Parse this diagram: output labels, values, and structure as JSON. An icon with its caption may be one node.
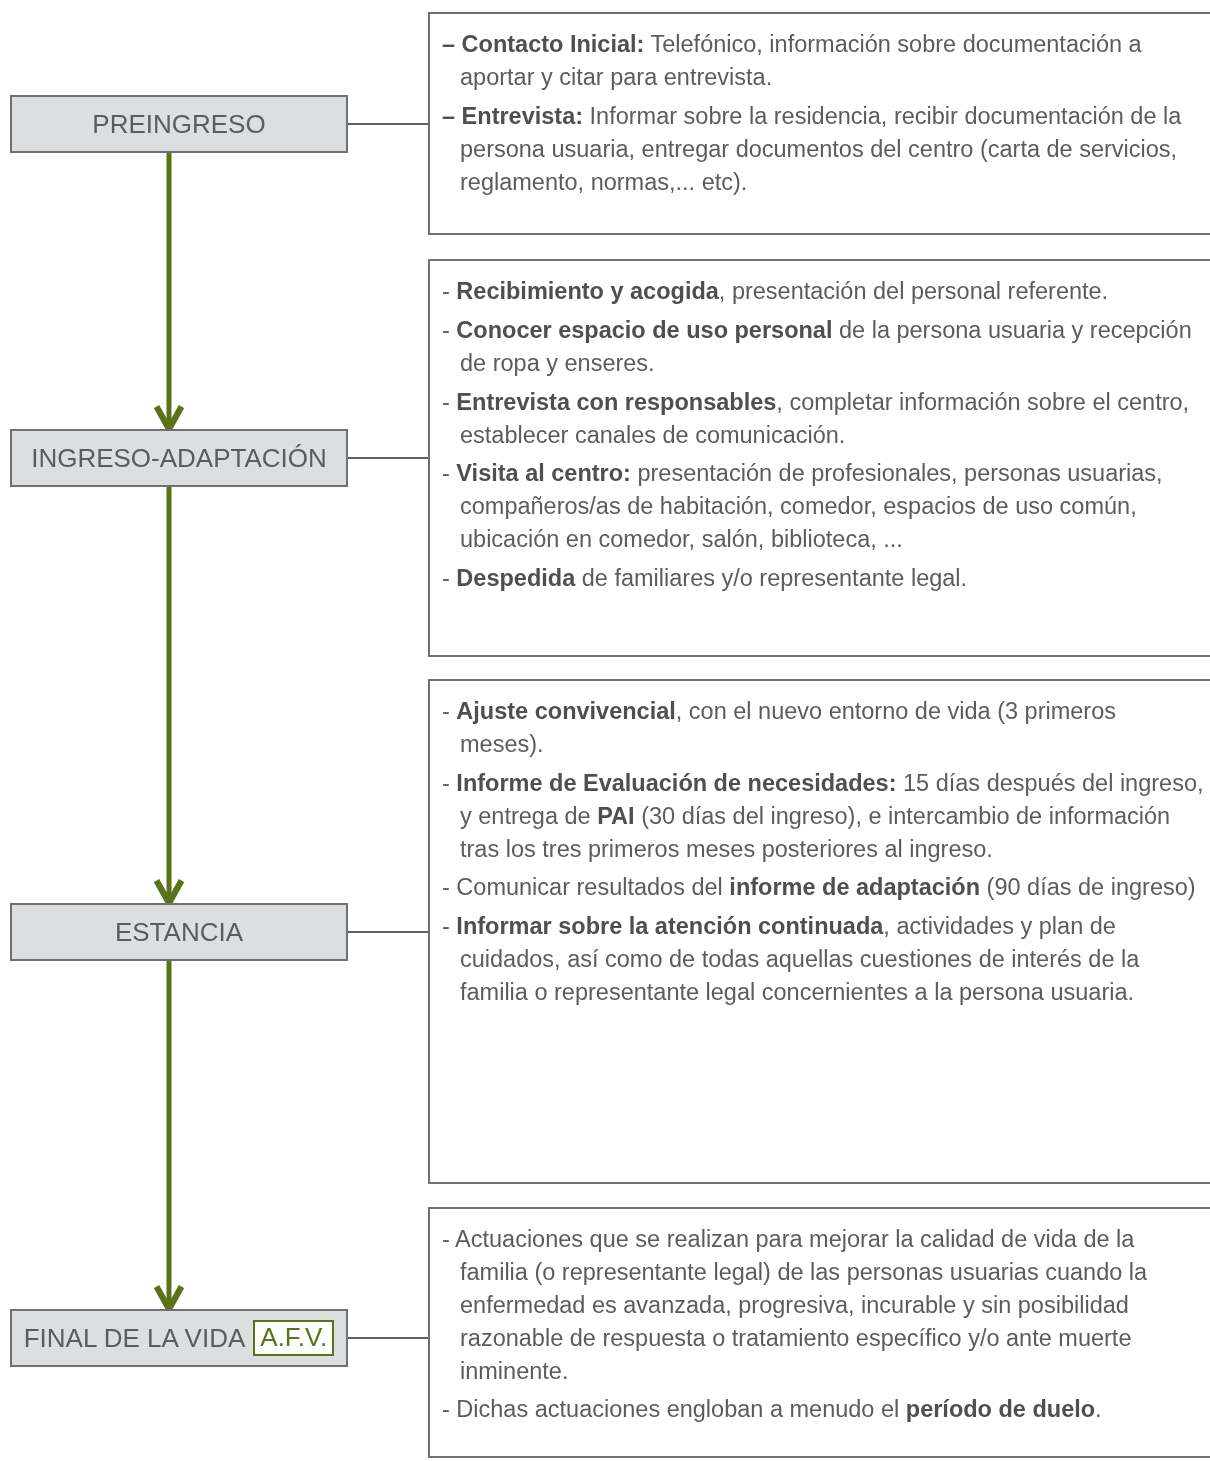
{
  "diagram": {
    "nodes": [
      {
        "text": [
          "PREINGRESO"
        ]
      },
      {
        "text": [
          "**– Contacto Inicial:** Telefónico, información sobre documentación a aportar y citar para entrevista.",
          "**– Entrevista:** Informar sobre la residencia, recibir documentación de la persona usuaria, entregar documentos del centro (carta de servicios, reglamento, normas,... etc)."
        ]
      },
      {
        "text": [
          "INGRESO-ADAPTACIÓN"
        ]
      },
      {
        "text": [
          "- **Recibimiento y acogida**, presentación del personal referente.",
          "- **Conocer espacio de uso personal** de la persona usuaria y recepción de ropa y enseres.",
          "- **Entrevista con responsables**, completar información sobre el centro, establecer canales de comunicación.",
          "- **Visita al centro:** presentación de profesionales, personas usuarias, compañeros/as de habitación, comedor, espacios de uso común, ubicación en comedor, salón, biblioteca, ...",
          "- **Despedida** de familiares y/o representante legal."
        ]
      },
      {
        "text": [
          "ESTANCIA"
        ]
      },
      {
        "text": [
          "- **Ajuste convivencial**, con el nuevo entorno de vida (3 primeros meses).",
          "- **Informe de Evaluación de necesidades:** 15 días después del ingreso, y entrega de **PAI** (30 días del ingreso), e intercambio de información tras los tres primeros meses posteriores al ingreso.",
          "- Comunicar resultados del **informe de adaptación** (90 días de ingreso)",
          "- **Informar sobre la atención continuada**, actividades y plan de cuidados, así como de todas aquellas cuestiones de interés de la familia o representante legal concernientes a la persona usuaria."
        ]
      },
      {
        "text": [
          "FINAL DE LA VIDA"
        ]
      },
      {
        "text": [
          "A.F.V."
        ],
        "in": 6
      },
      {
        "text": [
          "- Actuaciones que se realizan para mejorar la calidad de vida de la familia (o representante legal) de las personas usuarias cuando la enfermedad es avanzada, progresiva, incurable y sin posibilidad razonable de respuesta o tratamiento específico y/o ante muerte inminente.",
          "- Dichas actuaciones engloban a menudo el **período de duelo**."
        ]
      }
    ],
    "edges": [
      {
        "from": 0,
        "to": 2,
        "arrow": "to",
        "style": "thick",
        "color": "#5b7318"
      },
      {
        "from": 2,
        "to": 4,
        "arrow": "to",
        "style": "thick",
        "color": "#5b7318"
      },
      {
        "from": 4,
        "to": 6,
        "arrow": "to",
        "style": "thick",
        "color": "#5b7318"
      },
      {
        "from": 0,
        "to": 1,
        "arrow": "none"
      },
      {
        "from": 2,
        "to": 3,
        "arrow": "none"
      },
      {
        "from": 4,
        "to": 5,
        "arrow": "none"
      },
      {
        "from": 6,
        "to": 8,
        "arrow": "none"
      }
    ]
  }
}
